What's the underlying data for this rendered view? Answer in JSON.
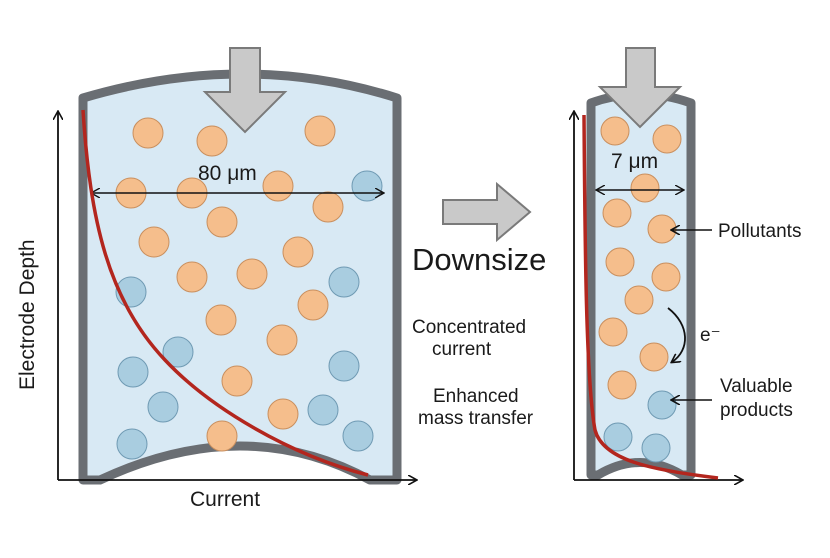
{
  "labels": {
    "y_axis": "Electrode Depth",
    "x_axis": "Current",
    "left_width": "80 μm",
    "right_width": "7 μm",
    "downsize": "Downsize",
    "concentrated_line1": "Concentrated",
    "concentrated_line2": "current",
    "enhanced_line1": "Enhanced",
    "enhanced_line2": "mass transfer",
    "pollutants": "Pollutants",
    "electron": "e⁻",
    "valuable_line1": "Valuable",
    "valuable_line2": "products"
  },
  "colors": {
    "pore_fill": "#d8e9f4",
    "pore_wall": "#6a6e73",
    "pollutant": "#f5be8c",
    "product": "#a9cde0",
    "curve": "#b3261e",
    "arrow_fill": "#c9c9c9",
    "arrow_stroke": "#7a7a7a"
  },
  "legend": {
    "pollutant_name": "pollutant-particle",
    "product_name": "product-particle"
  }
}
